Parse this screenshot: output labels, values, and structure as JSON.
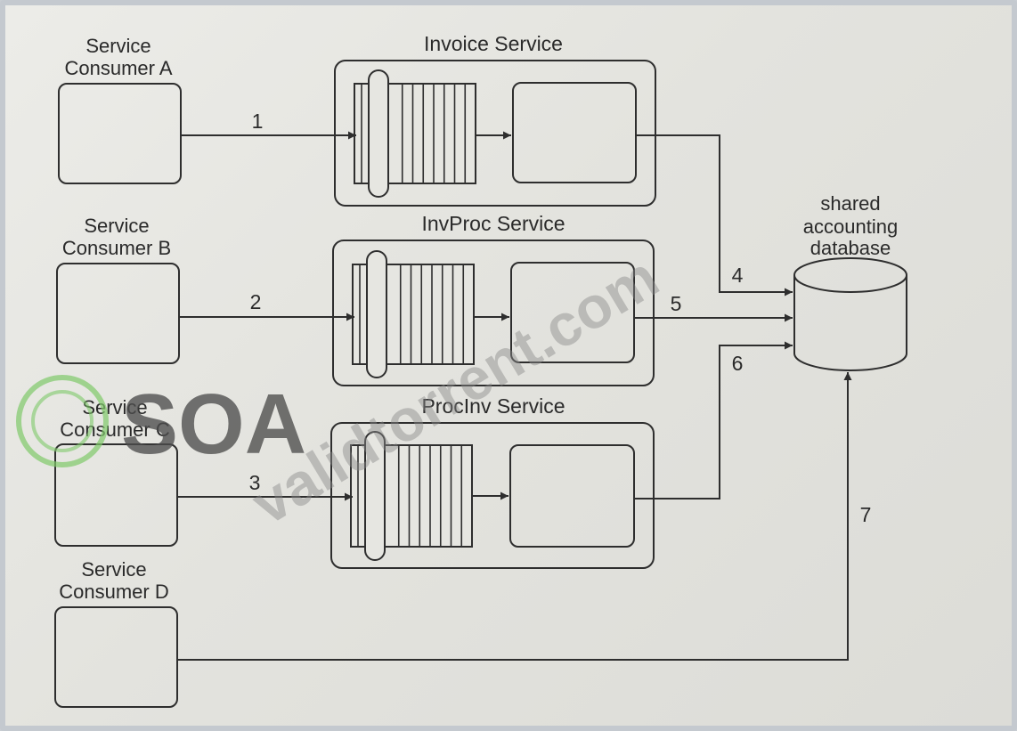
{
  "consumers": [
    {
      "line1": "Service",
      "line2": "Consumer A"
    },
    {
      "line1": "Service",
      "line2": "Consumer B"
    },
    {
      "line1": "Service",
      "line2": "Consumer C"
    },
    {
      "line1": "Service",
      "line2": "Consumer D"
    }
  ],
  "services": [
    {
      "title": "Invoice Service"
    },
    {
      "title": "InvProc Service"
    },
    {
      "title": "ProcInv Service"
    }
  ],
  "database": {
    "line1": "shared",
    "line2": "accounting",
    "line3": "database"
  },
  "connections": [
    "1",
    "2",
    "3",
    "4",
    "5",
    "6",
    "7"
  ],
  "watermark": {
    "logo_text": "SOA",
    "site_text": "validtorrent.com"
  }
}
